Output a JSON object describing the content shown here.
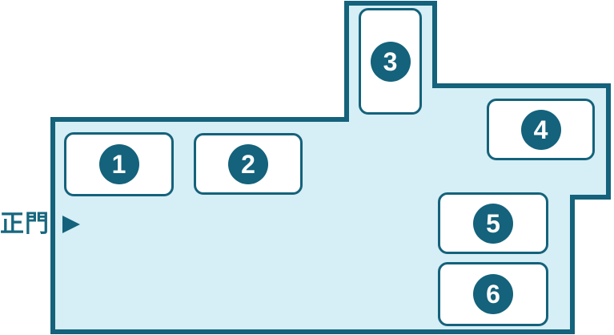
{
  "gate": {
    "label": "正門",
    "arrow_icon": "triangle-right-icon"
  },
  "buildings": [
    {
      "number": "1"
    },
    {
      "number": "2"
    },
    {
      "number": "3"
    },
    {
      "number": "4"
    },
    {
      "number": "5"
    },
    {
      "number": "6"
    }
  ],
  "colors": {
    "grounds_fill": "#d6eef5",
    "outline": "#14627b",
    "badge_fill": "#14627b",
    "badge_text": "#ffffff",
    "gate_label": "#17677f"
  }
}
